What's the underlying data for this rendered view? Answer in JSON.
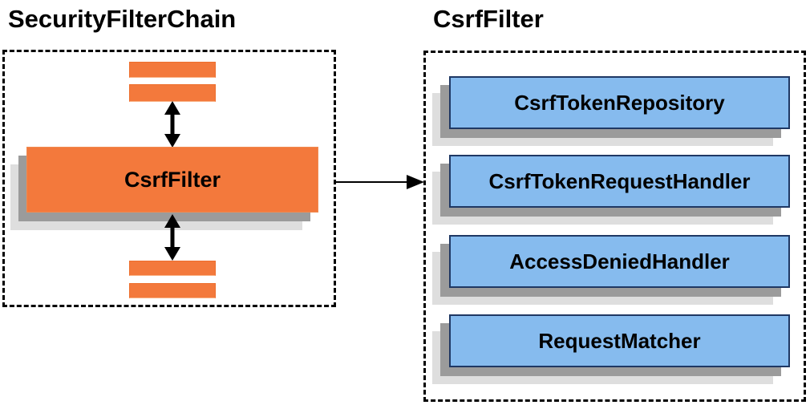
{
  "left_panel": {
    "title": "SecurityFilterChain",
    "filter_box_label": "CsrfFilter"
  },
  "right_panel": {
    "title": "CsrfFilter",
    "components": [
      "CsrfTokenRepository",
      "CsrfTokenRequestHandler",
      "AccessDeniedHandler",
      "RequestMatcher"
    ]
  },
  "colors": {
    "orange_fill": "#f3793c",
    "orange_border": "#ed6f2e",
    "blue_fill": "#86bbee",
    "blue_border": "#1f3864",
    "shadow_dark": "#9b9b9b",
    "shadow_light": "#dedede",
    "line_black": "#000000"
  }
}
